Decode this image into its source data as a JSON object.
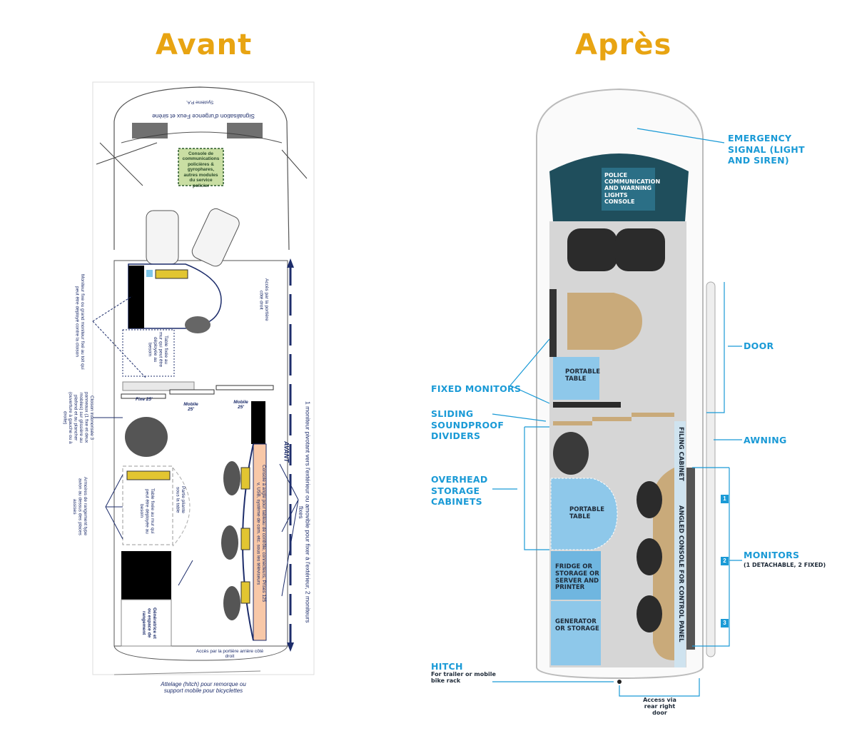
{
  "titles": {
    "before": "Avant",
    "after": "Après"
  },
  "before": {
    "emergency": "Signalisation d'urgence Feux et sirène",
    "pa_system": "Système P.A.",
    "console": "Console de communications policières & gyrophares, autres modules du service policier",
    "monitor_note": "Moniteur fixe ou grand moniteur fixé au toit qui peut être déployé contre la cloison",
    "side_door": "Accès par la portière côté droit",
    "wall_table_1": "Table fixée au mur qui peut être déployée au besoin",
    "divider_note": "Cloison insonorisée 3 panneaux (1 fixe et deux mobiles) sur glissière au plafond et au plancher (ouverture à gauche ou à droite)",
    "fixe": "Fixe 25'",
    "mobile_1": "Mobile 25'",
    "mobile_2": "Mobile 25'",
    "front": "AVANT",
    "monitors_note": "1 moniteur pivotant vers l'extérieur ou amovible pour fixer à l'extérieur, 2 moniteurs fixes",
    "cabinets_note": "Armoires de rangement type avion au dessus des places assises",
    "wall_table_2": "Table fixée au mur qui peut être déployée au besoin",
    "folding": "Partie pliante sous la table",
    "angled_console": "Console à angle pour tableau de contrôle, connecteurs, Prises 125 v, USB, système de com. etc. sous les téléviseurs",
    "generator": "Génératrice et ou espace de rangement",
    "rear_door": "Accès par la portière arrière côté droit",
    "hitch": "Attelage (hitch) pour remorque ou support mobile  pour bicyclettes"
  },
  "after": {
    "console": "POLICE COMMUNICATION AND WARNING LIGHTS CONSOLE",
    "emergency": "EMERGENCY SIGNAL (LIGHT AND SIREN)",
    "door": "DOOR",
    "fixed_monitors": "FIXED MONITORS",
    "dividers": "SLIDING SOUNDPROOF DIVIDERS",
    "cabinets": "OVERHEAD STORAGE CABINETS",
    "awning": "AWNING",
    "monitors": "MONITORS",
    "monitors_sub": "(1 DETACHABLE, 2 FIXED)",
    "hitch": "HITCH",
    "hitch_sub": "For trailer or mobile bike rack",
    "rear_access": "Access via rear right door",
    "portable_table_1": "PORTABLE TABLE",
    "portable_table_2": "PORTABLE TABLE",
    "fridge": "FRIDGE OR STORAGE OR SERVER AND PRINTER",
    "generator": "GENERATOR OR STORAGE",
    "filing": "FILING CABINET",
    "angled_console": "ANGLED CONSOLE FOR CONTROL PANEL",
    "n1": "1",
    "n2": "2",
    "n3": "3"
  },
  "colors": {
    "title": "#e8a412",
    "label": "#1a9ad6",
    "navy": "#1d2d6b"
  }
}
